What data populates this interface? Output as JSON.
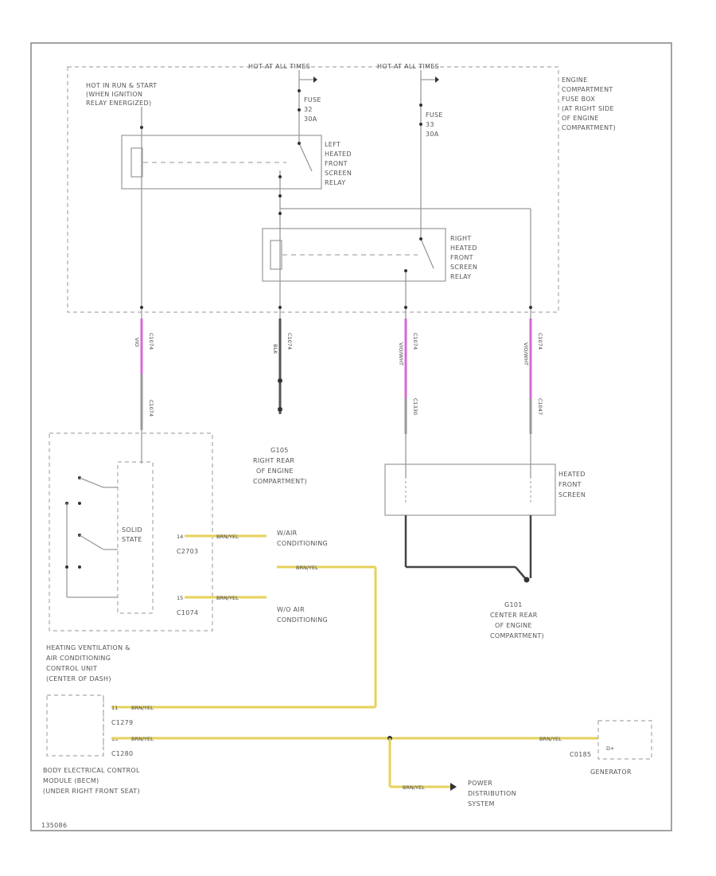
{
  "colors": {
    "frame": "#999999",
    "wire_gray": "#9a9a9a",
    "wire_pink": "#d46ad4",
    "wire_yellow": "#e6d15a",
    "wire_black": "#444444"
  },
  "fuse_box": {
    "hot_at_all_times_1": "HOT AT ALL TIMES",
    "hot_at_all_times_2": "HOT AT ALL TIMES",
    "hot_in_run_line1": "HOT IN RUN & START",
    "hot_in_run_line2": "(WHEN IGNITION",
    "hot_in_run_line3": "RELAY ENERGIZED)",
    "label_line1": "ENGINE",
    "label_line2": "COMPARTMENT",
    "label_line3": "FUSE BOX",
    "label_line4": "(AT RIGHT SIDE",
    "label_line5": "OF ENGINE",
    "label_line6": "COMPARTMENT)",
    "fuse_a_line1": "FUSE",
    "fuse_a_line2": "32",
    "fuse_a_line3": "30A",
    "fuse_b_line1": "FUSE",
    "fuse_b_line2": "33",
    "fuse_b_line3": "30A"
  },
  "left_relay": {
    "line1": "LEFT",
    "line2": "HEATED",
    "line3": "FRONT",
    "line4": "SCREEN",
    "line5": "RELAY"
  },
  "right_relay": {
    "line1": "RIGHT",
    "line2": "HEATED",
    "line3": "FRONT",
    "line4": "SCREEN",
    "line5": "RELAY"
  },
  "wires": {
    "w1_color": "VIO",
    "w1_conn": "C1074",
    "w1_conn2": "C1074",
    "w2_color": "BLK",
    "w2_conn": "C1074",
    "w3_color": "VIO/WHT",
    "w3_conn": "C1074",
    "w3_conn2": "C1330",
    "w4_color": "VIO/WHT",
    "w4_conn": "C1074",
    "w4_conn2": "C1047",
    "yel1": "BRN/YEL",
    "yel2": "BRN/YEL",
    "yel3": "BRN/YEL",
    "yel4": "BRN/YEL",
    "yel5": "BRN/YEL",
    "yel6": "BRN/YEL",
    "yel7": "BRN/YEL"
  },
  "ground_1": {
    "id": "G105",
    "line1": "RIGHT REAR",
    "line2": "OF ENGINE",
    "line3": "COMPARTMENT)"
  },
  "ground_2": {
    "id": "G101",
    "line1": "CENTER REAR",
    "line2": "OF ENGINE",
    "line3": "COMPARTMENT)"
  },
  "heated_screen": {
    "line1": "HEATED",
    "line2": "FRONT",
    "line3": "SCREEN"
  },
  "hvac": {
    "solid_state_1": "SOLID",
    "solid_state_2": "STATE",
    "conn_a": "C2703",
    "conn_b": "C1074",
    "pin_a": "14",
    "pin_b": "15",
    "air_cond_1": "W/AIR",
    "air_cond_2": "CONDITIONING",
    "no_air_cond_1": "W/O AIR",
    "no_air_cond_2": "CONDITIONING",
    "label_line1": "HEATING VENTILATION &",
    "label_line2": "AIR CONDITIONING",
    "label_line3": "CONTROL UNIT",
    "label_line4": "(CENTER OF DASH)"
  },
  "becm": {
    "conn_a": "C1279",
    "conn_b": "C1280",
    "pin_a": "11",
    "pin_b": "13",
    "label_line1": "BODY ELECTRICAL CONTROL",
    "label_line2": "MODULE (BECM)",
    "label_line3": "(UNDER RIGHT FRONT SEAT)"
  },
  "generator": {
    "label": "GENERATOR",
    "conn": "C0185",
    "pin": "D+"
  },
  "power_dist": {
    "line1": "POWER",
    "line2": "DISTRIBUTION",
    "line3": "SYSTEM"
  },
  "footer_code": "135086"
}
